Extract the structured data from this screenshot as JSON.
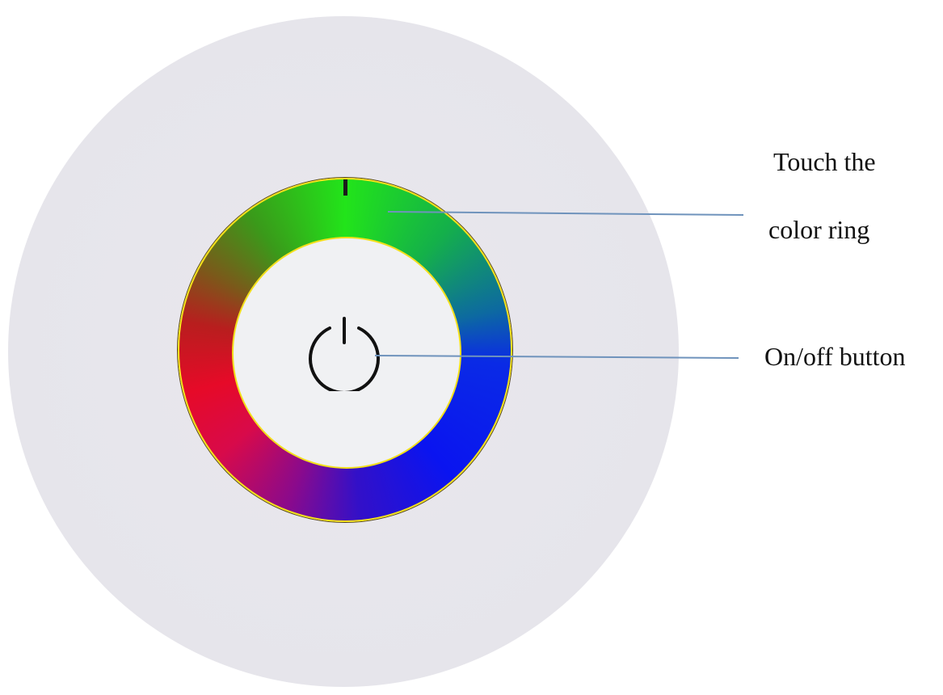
{
  "callouts": {
    "color_ring_line1": "Touch the",
    "color_ring_line2": "color ring",
    "power_button": "On/off button"
  },
  "colors": {
    "leader_line": "#6f93bc",
    "device_body": "#e7e6ec",
    "ring_outline": "#f3e01a",
    "button_face": "#f0f1f3"
  },
  "icons": {
    "power": "power-icon"
  }
}
